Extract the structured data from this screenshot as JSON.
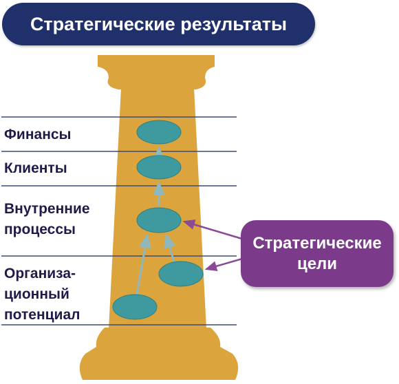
{
  "title": "Стратегические результаты",
  "levels": [
    {
      "label": "Финансы"
    },
    {
      "label": "Клиенты"
    },
    {
      "label": "Внутренние\nпроцессы"
    },
    {
      "label": "Организа-\nционный\nпотенциал"
    }
  ],
  "callout": {
    "label": "Стратегические\nцели"
  },
  "colors": {
    "title_bg": "#20306a",
    "column": "#dba43c",
    "objective": "#3e9a9e",
    "callout_bg": "#7b3a8a",
    "connector": "#8fb7be",
    "callout_arrow": "#8a4a96",
    "label_text": "#1e1a4a"
  }
}
